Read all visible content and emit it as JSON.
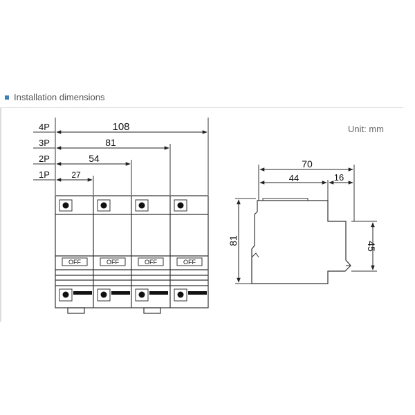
{
  "section": {
    "title": "Installation dimensions"
  },
  "unit": "Unit: mm",
  "front_view": {
    "poles": [
      "4P",
      "3P",
      "2P",
      "1P"
    ],
    "widths": [
      "108",
      "81",
      "54",
      "27"
    ],
    "switch_label": "OFF"
  },
  "side_view": {
    "top_width": "70",
    "mid_width": "44",
    "rail_width": "16",
    "height": "81",
    "rail_height": "45"
  },
  "colors": {
    "accent": "#3a7fc1",
    "line": "#333333"
  }
}
